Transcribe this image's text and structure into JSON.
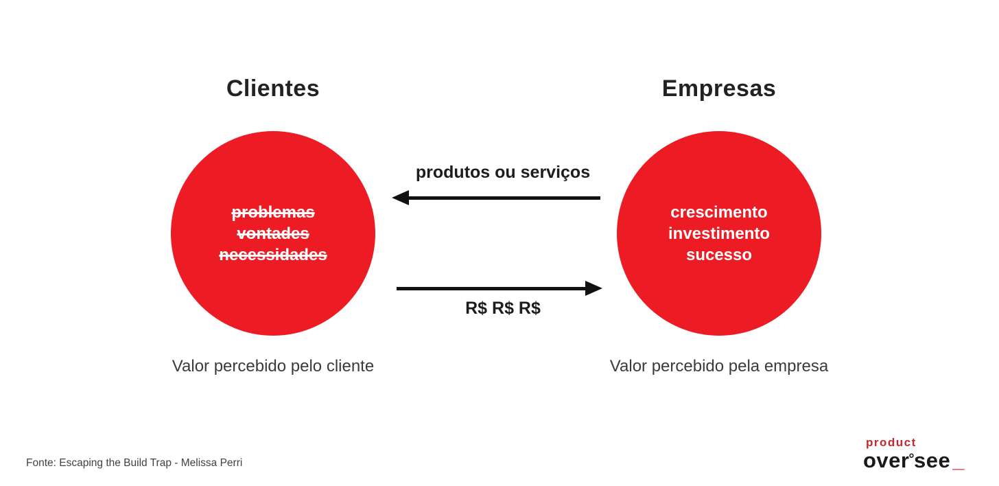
{
  "diagram": {
    "left": {
      "title": "Clientes",
      "circle_items": [
        "problemas",
        "vontades",
        "necessidades"
      ],
      "caption": "Valor percebido pelo cliente",
      "items_struck_through": true
    },
    "right": {
      "title": "Empresas",
      "circle_items": [
        "crescimento",
        "investimento",
        "sucesso"
      ],
      "caption": "Valor percebido pela empresa",
      "items_struck_through": false
    },
    "arrows": {
      "to_left_label": "produtos ou serviços",
      "to_right_label": "R$ R$ R$"
    }
  },
  "footer": {
    "source": "Fonte: Escaping the Build Trap - Melissa Perri"
  },
  "logo": {
    "top_word": "product",
    "word_pre": "over",
    "ring": "°",
    "word_post": "see",
    "underscore": "_"
  },
  "colors": {
    "circle_red": "#ED1C24",
    "logo_red": "#C9252D",
    "arrow_black": "#111111",
    "heading_dark": "#222222",
    "background": "#ffffff"
  }
}
